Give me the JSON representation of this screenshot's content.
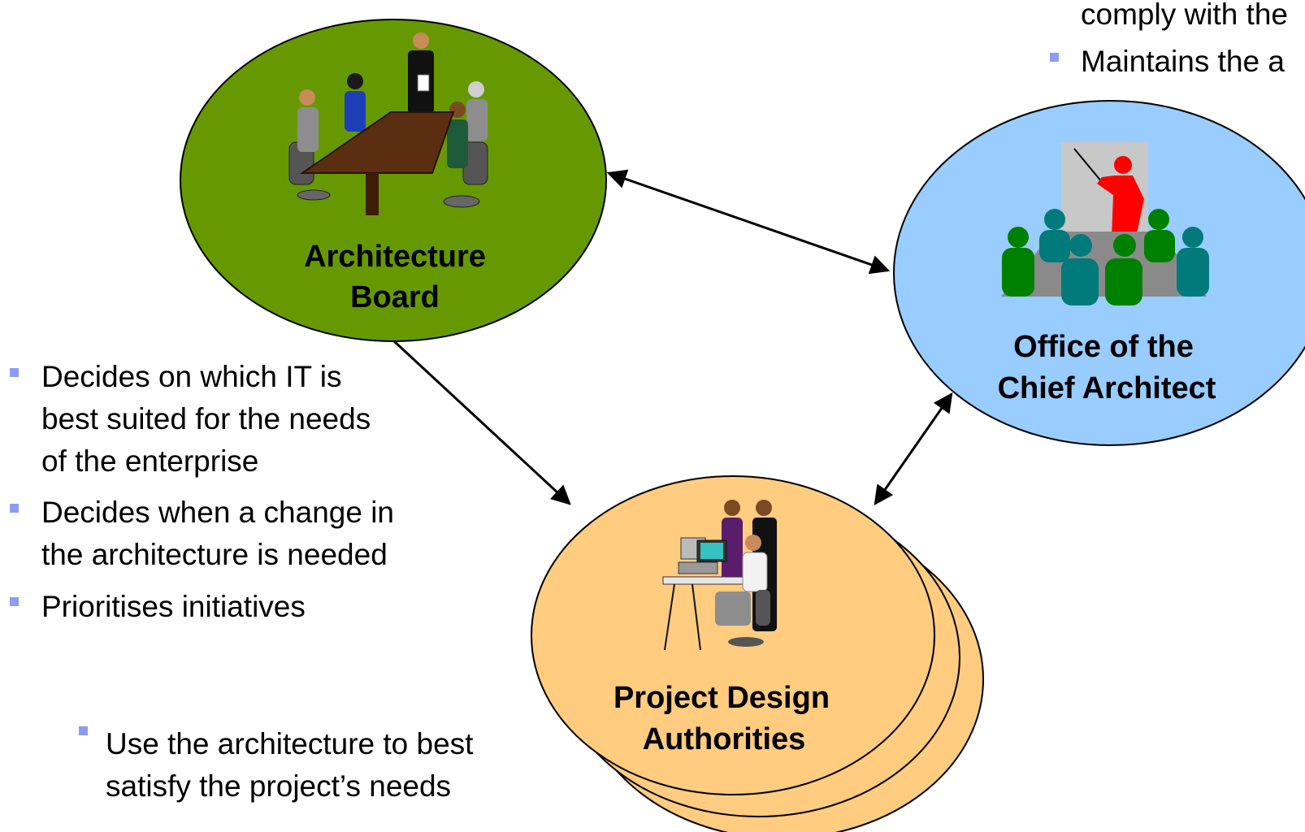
{
  "nodes": {
    "architecture_board": {
      "label_lines": [
        "Architecture",
        "Board"
      ],
      "fill": "#669900"
    },
    "office_chief_architect": {
      "label_lines": [
        "Office of the",
        "Chief Architect"
      ],
      "fill": "#99ccff"
    },
    "project_design_authorities": {
      "label_lines": [
        "Project Design",
        "Authorities"
      ],
      "fill": "#ffcc80"
    }
  },
  "bullets": {
    "top_right": [
      "comply with the",
      "Maintains the a"
    ],
    "left": [
      {
        "lines": [
          "Decides on which IT is",
          "best suited for the needs",
          "of the enterprise"
        ]
      },
      {
        "lines": [
          "Decides when a change in",
          "the architecture is needed"
        ]
      },
      {
        "lines": [
          "Prioritises initiatives"
        ]
      }
    ],
    "bottom": [
      {
        "lines": [
          "Use the architecture to best",
          "satisfy the project’s needs"
        ]
      }
    ]
  },
  "colors": {
    "bullet": "#8c9cf2",
    "arrow": "#000000"
  },
  "icons": {
    "architecture_board": "meeting-table-icon",
    "office_chief_architect": "presentation-icon",
    "project_design_authorities": "computer-workers-icon"
  }
}
